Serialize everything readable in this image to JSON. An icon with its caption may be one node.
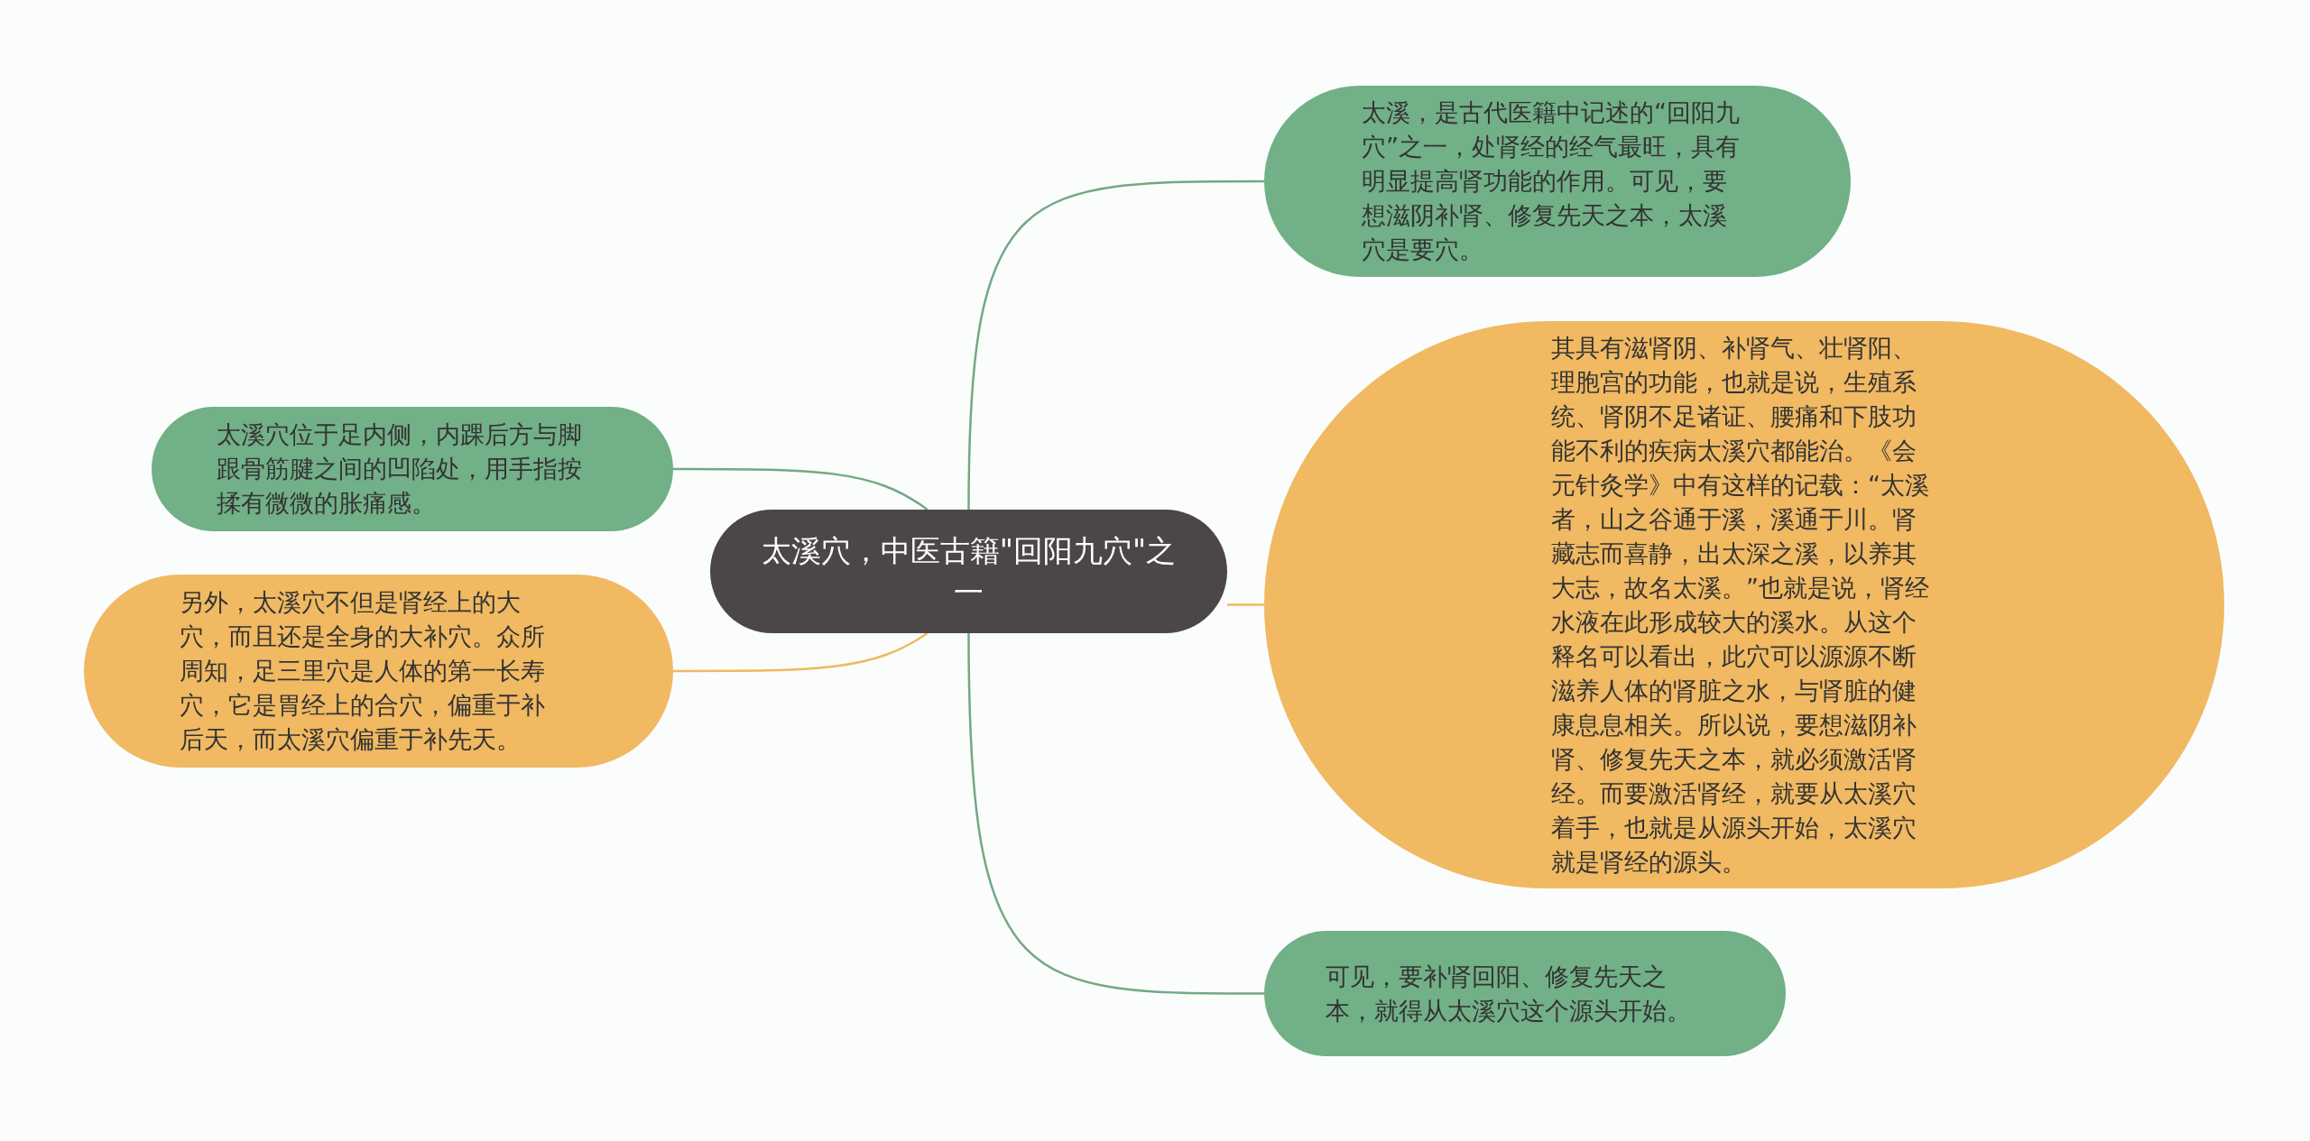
{
  "diagram": {
    "nodes": [
      {
        "text": [
          "太溪穴，中医古籍\"回阳九穴\"之一"
        ]
      },
      {
        "text": [
          "太溪，是古代医籍中记述的“回阳九穴”之一，处肾经的经气最旺，具有明显提高肾功能的作用。可见，要想滋阴补肾、修复先天之本，太溪穴是要穴。"
        ]
      },
      {
        "text": [
          "其具有滋肾阴、补肾气、壮肾阳、理胞宫的功能，也就是说，生殖系统、肾阴不足诸证、腰痛和下肢功能不利的疾病太溪穴都能治。《会元针灸学》中有这样的记载：“太溪者，山之谷通于溪，溪通于川。肾藏志而喜静，出太深之溪，以养其大志，故名太溪。”也就是说，肾经水液在此形成较大的溪水。从这个释名可以看出，此穴可以源源不断滋养人体的肾脏之水，与肾脏的健康息息相关。所以说，要想滋阴补肾、修复先天之本，就必须激活肾经。而要激活肾经，就要从太溪穴着手，也就是从源头开始，太溪穴就是肾经的源头。"
        ]
      },
      {
        "text": [
          "可见，要补肾回阳、修复先天之本，就得从太溪穴这个源头开始。"
        ]
      },
      {
        "text": [
          "太溪穴位于足内侧，内踝后方与脚跟骨筋腱之间的凹陷处，用手指按揉有微微的胀痛感。"
        ]
      },
      {
        "text": [
          "另外，太溪穴不但是肾经上的大穴，而且还是全身的大补穴。众所周知，足三里穴是人体的第一长寿穴，它是胃经上的合穴，偏重于补后天，而太溪穴偏重于补先天。"
        ]
      }
    ],
    "edges": [
      {
        "from": 0,
        "to": 1,
        "arrow": "none"
      },
      {
        "from": 0,
        "to": 2,
        "arrow": "none",
        "color": "#efb960"
      },
      {
        "from": 0,
        "to": 3,
        "arrow": "none"
      },
      {
        "from": 0,
        "to": 4,
        "arrow": "none"
      },
      {
        "from": 0,
        "to": 5,
        "arrow": "none",
        "color": "#efb960"
      }
    ]
  }
}
